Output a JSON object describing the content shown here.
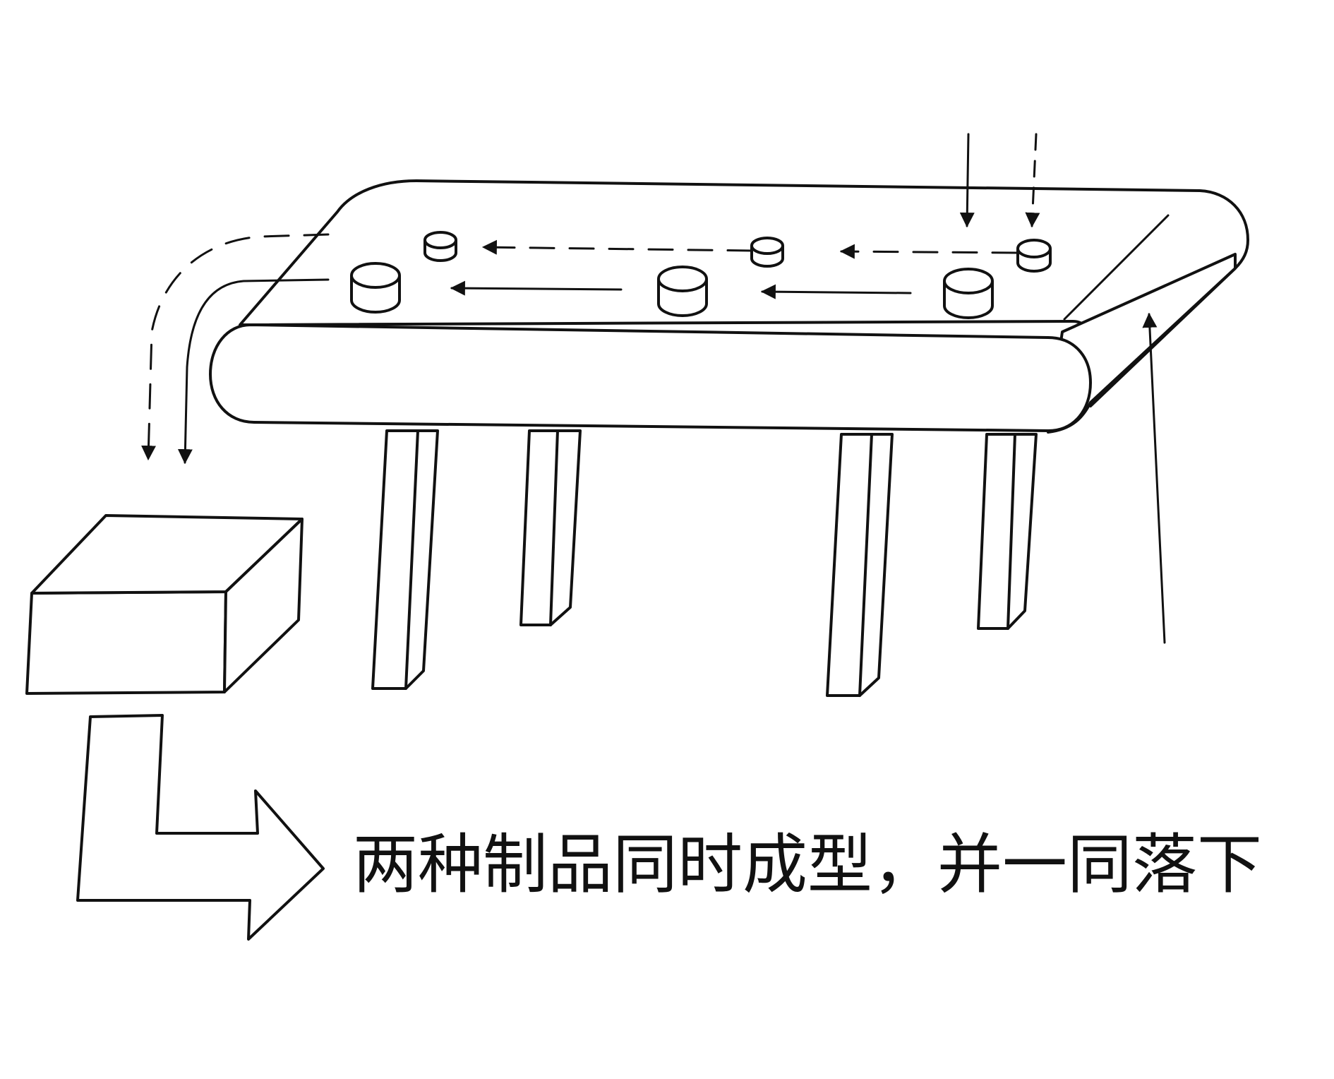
{
  "caption": "两种制品同时成型，并一同落下",
  "colors": {
    "ink": "#111111",
    "background": "#ffffff"
  },
  "flows": [
    {
      "name": "large-products",
      "style": "solid",
      "count": 3
    },
    {
      "name": "small-products",
      "style": "dashed",
      "count": 3
    }
  ]
}
